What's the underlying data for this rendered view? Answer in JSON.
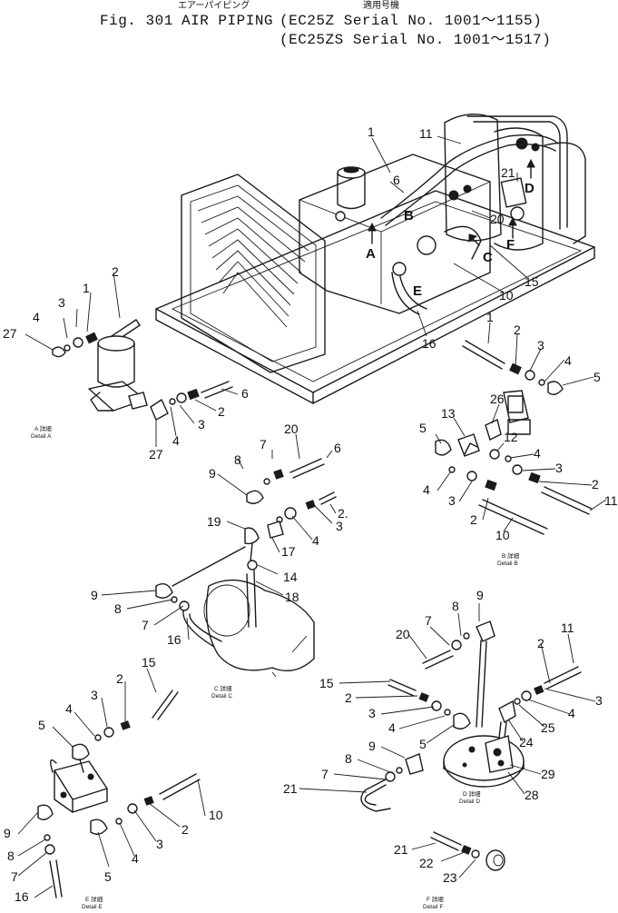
{
  "header": {
    "japanese_top": "エアーパイピング",
    "applicable_models_jp": "適用号機",
    "figure_label": "Fig. 301",
    "title": "AIR PIPING",
    "serial_line_1": "(EC25Z  Serial No. 1001～1155)",
    "serial_line_2": "(EC25ZS Serial No. 1001～1517)"
  },
  "view_letters": [
    "A",
    "B",
    "C",
    "D",
    "E",
    "F"
  ],
  "main_view_parts": [
    "1",
    "6",
    "11",
    "21",
    "20",
    "15",
    "10",
    "16"
  ],
  "details": {
    "a": {
      "caption_jp": "A 詳細",
      "caption_en": "Detail  A",
      "parts": [
        "1",
        "2",
        "3",
        "4",
        "27",
        "6",
        "2",
        "3",
        "4",
        "27"
      ]
    },
    "b": {
      "caption_jp": "B 詳細",
      "caption_en": "Detail  B",
      "parts": [
        "1",
        "2",
        "3",
        "4",
        "5",
        "26",
        "13",
        "12",
        "5",
        "4",
        "3",
        "2",
        "4",
        "3",
        "2",
        "10",
        "11"
      ]
    },
    "c": {
      "caption_jp": "C 詳細",
      "caption_en": "Detail  C",
      "parts": [
        "20",
        "6",
        "7",
        "8",
        "9",
        "2.",
        "3",
        "4",
        "19",
        "17",
        "14",
        "18",
        "9",
        "8",
        "7",
        "16"
      ]
    },
    "d": {
      "caption_jp": "D 詳細",
      "caption_en": "Detail  D",
      "parts": [
        "9",
        "8",
        "7",
        "20",
        "11",
        "2",
        "15",
        "2",
        "3",
        "4",
        "5",
        "3",
        "4",
        "25",
        "24",
        "9",
        "8",
        "7",
        "21",
        "29",
        "28"
      ]
    },
    "e": {
      "caption_jp": "E 詳細",
      "caption_en": "Detail  E",
      "parts": [
        "15",
        "2",
        "3",
        "4",
        "5",
        "9",
        "8",
        "7",
        "16",
        "5",
        "4",
        "3",
        "2",
        "10"
      ]
    },
    "f": {
      "caption_jp": "F 詳細",
      "caption_en": "Detail  F",
      "parts": [
        "21",
        "22",
        "23"
      ]
    }
  }
}
